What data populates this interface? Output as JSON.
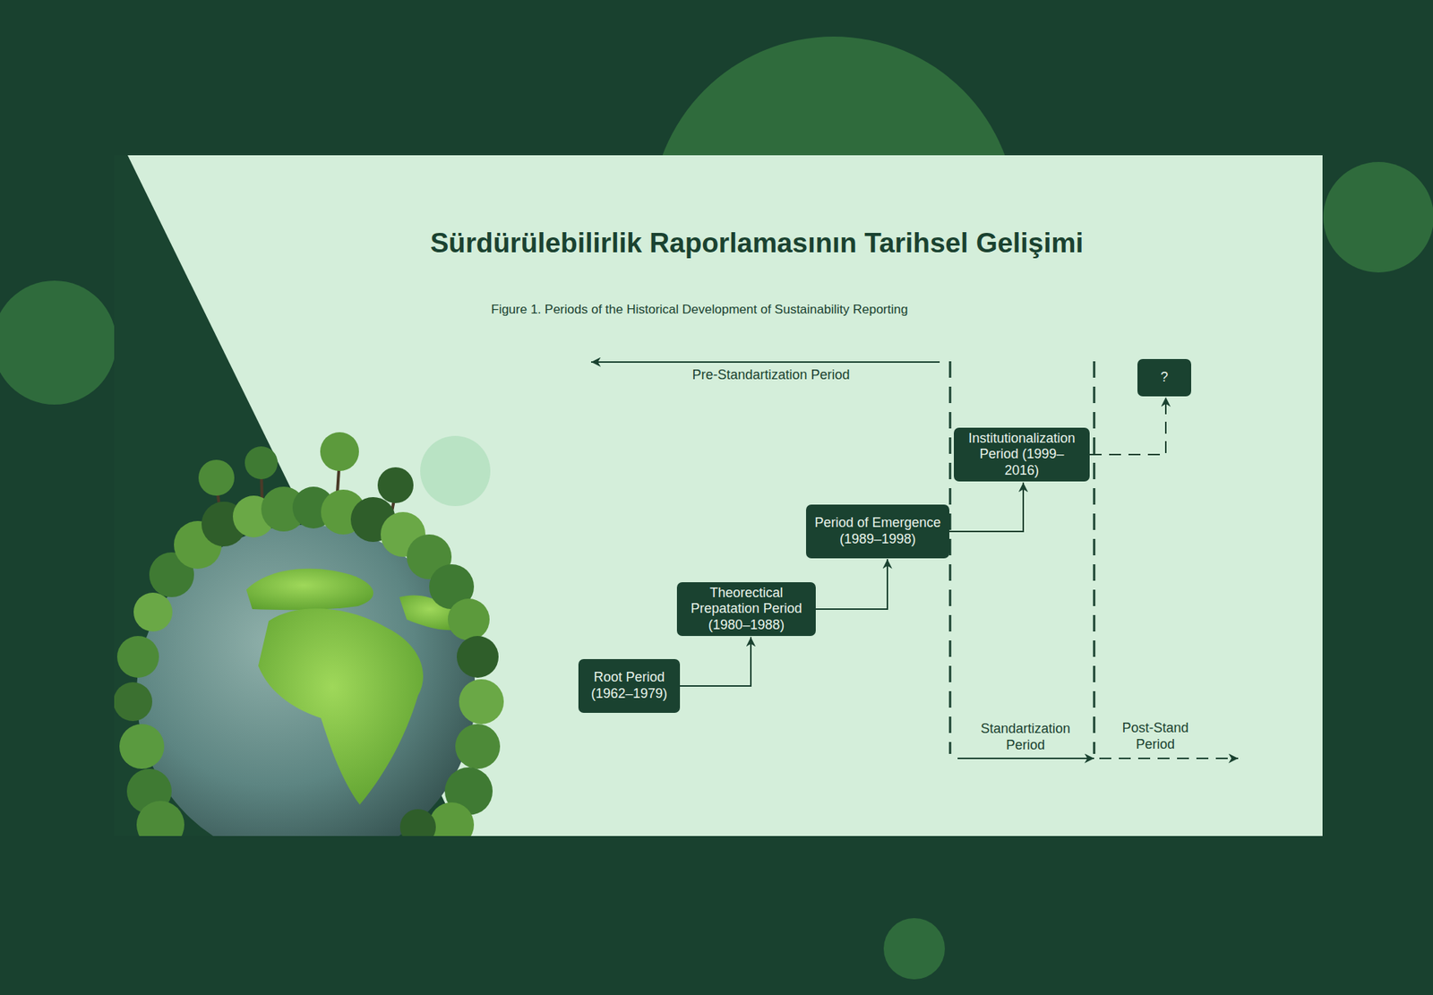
{
  "diagram": {
    "title": "Sürdürülebilirlik Raporlamasının Tarihsel Gelişimi",
    "caption": "Figure 1. Periods of the Historical Development of Sustainability Reporting",
    "nodes": [
      {
        "text": [
          "Root Period (1962–1979)"
        ]
      },
      {
        "text": [
          "Theorectical Prepatation Period (1980–1988)"
        ]
      },
      {
        "text": [
          "Period of Emergence (1989–1998)"
        ]
      },
      {
        "text": [
          "Institutionalization Period (1999–2016)"
        ]
      },
      {
        "text": [
          "?"
        ]
      }
    ],
    "edges": [
      {
        "from": 0,
        "to": 1,
        "arrow": "to"
      },
      {
        "from": 1,
        "to": 2,
        "arrow": "to"
      },
      {
        "from": 2,
        "to": 3,
        "arrow": "to"
      },
      {
        "from": 3,
        "to": 4,
        "arrow": "to"
      }
    ],
    "labels": [
      "Pre-Standartization Period",
      "Standartization Period",
      "Post-Stand Period"
    ]
  }
}
